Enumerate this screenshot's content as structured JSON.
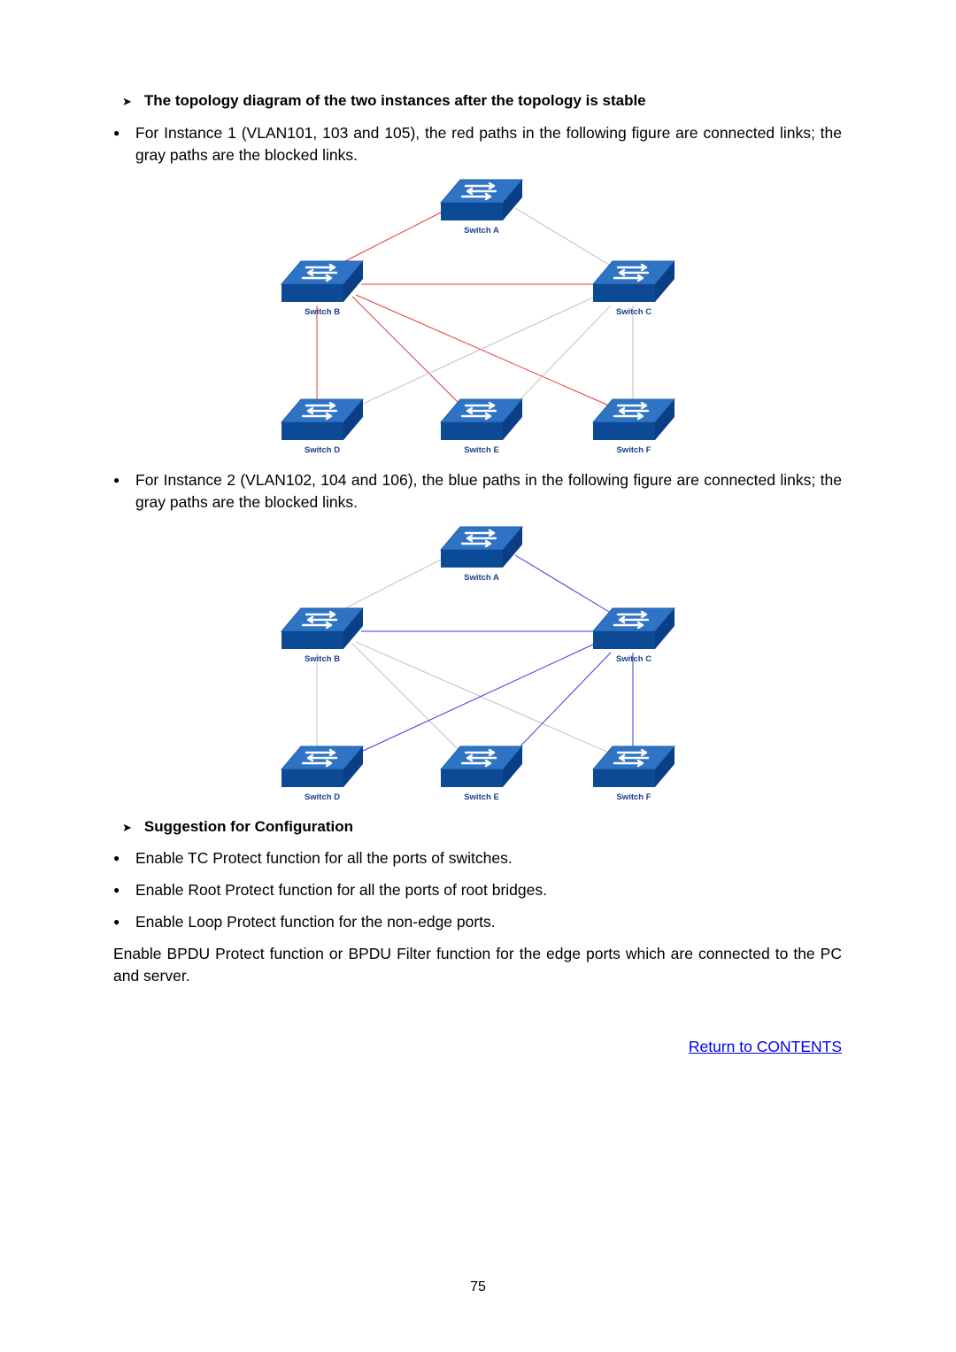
{
  "section1": {
    "heading": "The topology diagram of the two instances after the topology is stable",
    "instance1_text": "For Instance 1 (VLAN101, 103 and 105), the red paths in the following figure are connected links; the gray paths are the blocked links.",
    "instance2_text": "For Instance 2 (VLAN102, 104 and 106), the blue paths in the following figure are connected links; the gray paths are the blocked links."
  },
  "diagram": {
    "switch_labels": [
      "Switch A",
      "Switch B",
      "Switch C",
      "Switch D",
      "Switch E",
      "Switch F"
    ],
    "colors": {
      "switch_top": "#2f74c4",
      "switch_side": "#0d4a96",
      "instance1_active": "#e83a3a",
      "instance2_active": "#3b3be0",
      "blocked": "#b8b8b8",
      "label": "#1b3f8f"
    }
  },
  "section2": {
    "heading": "Suggestion for Configuration",
    "bullets": [
      "Enable TC Protect function for all the ports of switches.",
      "Enable Root Protect function for all the ports of root bridges.",
      "Enable Loop Protect function for the non-edge ports."
    ],
    "paragraph": "Enable BPDU Protect function or BPDU Filter function for the edge ports which are connected to the PC and server."
  },
  "return_link": "Return to CONTENTS",
  "page_number": "75"
}
